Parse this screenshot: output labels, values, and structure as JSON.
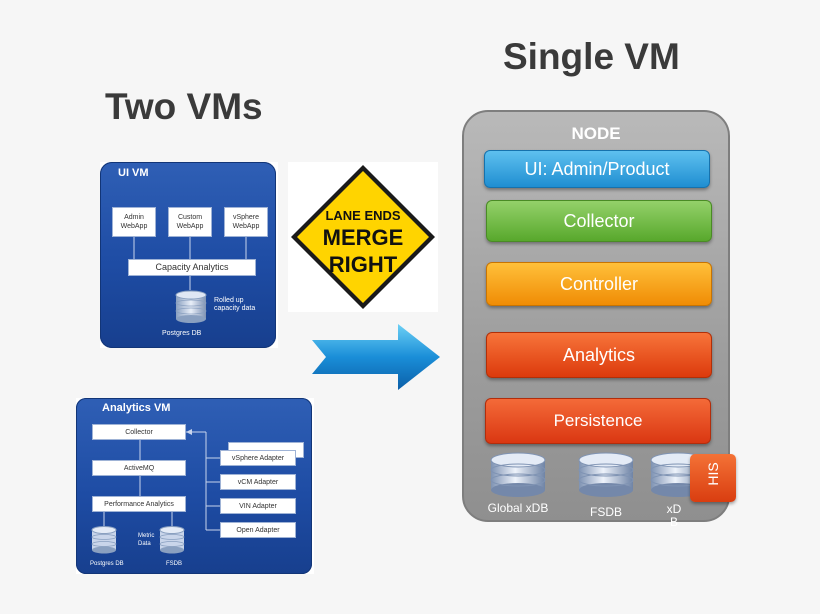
{
  "headings": {
    "two_vms": "Two VMs",
    "single_vm": "Single VM"
  },
  "ui_vm": {
    "title": "UI VM",
    "apps": [
      "Admin WebApp",
      "Custom WebApp",
      "vSphere WebApp"
    ],
    "capacity": "Capacity Analytics",
    "rolled_up": "Rolled up capacity data",
    "db": "Postgres DB"
  },
  "sign": {
    "line1": "LANE ENDS",
    "line2": "MERGE",
    "line3": "RIGHT"
  },
  "analytics_vm": {
    "title": "Analytics VM",
    "collector": "Collector",
    "activemq": "ActiveMQ",
    "perf": "Performance Analytics",
    "metric": "Metric Data",
    "postgres": "Postgres DB",
    "fsdb": "FSDB",
    "adapters": [
      "vSphere Adapter",
      "vCM Adapter",
      "VIN Adapter",
      "Open Adapter"
    ]
  },
  "node": {
    "title": "NODE",
    "layers": [
      {
        "label": "UI: Admin/Product",
        "color": "#2a9ad6"
      },
      {
        "label": "Collector",
        "color": "#6cb33f"
      },
      {
        "label": "Controller",
        "color": "#f39a12"
      },
      {
        "label": "Analytics",
        "color": "#e44a14"
      },
      {
        "label": "Persistence",
        "color": "#e2401c"
      }
    ],
    "dbs": [
      "Global xDB",
      "FSDB",
      "xD B"
    ],
    "his": "HIS"
  }
}
